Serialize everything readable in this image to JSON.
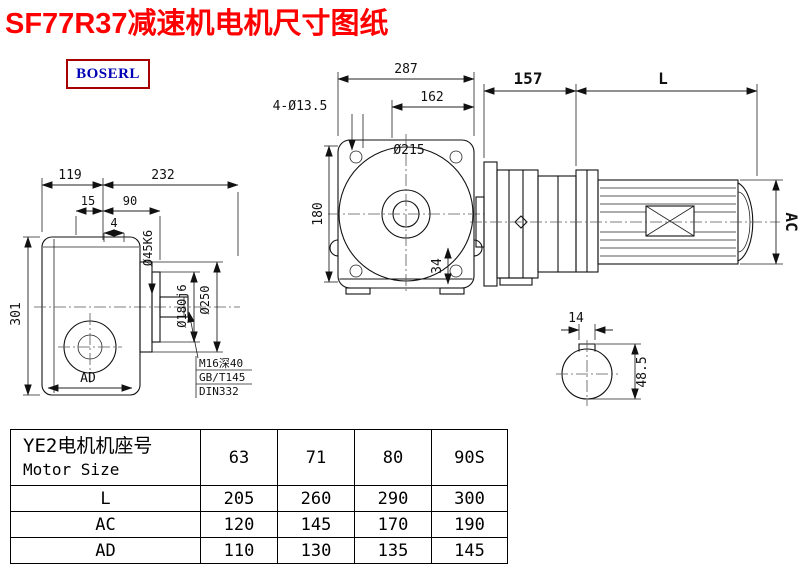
{
  "page": {
    "title": "SF77R37减速机电机尺寸图纸",
    "brand": "BOSERL"
  },
  "dims": {
    "front": {
      "total_width": "287",
      "hole_span": "162",
      "bolt_holes": "4-Ø13.5",
      "flange_dia": "Ø215",
      "height": "180",
      "depth": "34"
    },
    "assembly": {
      "gearbox_len": "157",
      "motor_len": "L",
      "motor_dia": "AC"
    },
    "side": {
      "w119": "119",
      "w232": "232",
      "w15": "15",
      "w90": "90",
      "w4": "4",
      "h301": "301",
      "ad": "AD",
      "shaft_dia": "Ø45K6",
      "spigot_dia": "Ø180j6",
      "flange_dia": "Ø250",
      "tap_line1": "M16深40",
      "tap_line2": "GB/T145",
      "tap_line3": "DIN332"
    },
    "key": {
      "width": "14",
      "height": "48.5"
    }
  },
  "table": {
    "row_header_line1": "YE2电机机座号",
    "row_header_line2": "Motor Size",
    "motor_sizes": [
      "63",
      "71",
      "80",
      "90S"
    ],
    "rows": [
      {
        "label": "L",
        "values": [
          "205",
          "260",
          "290",
          "300"
        ]
      },
      {
        "label": "AC",
        "values": [
          "120",
          "145",
          "170",
          "190"
        ]
      },
      {
        "label": "AD",
        "values": [
          "110",
          "130",
          "135",
          "145"
        ]
      }
    ]
  }
}
